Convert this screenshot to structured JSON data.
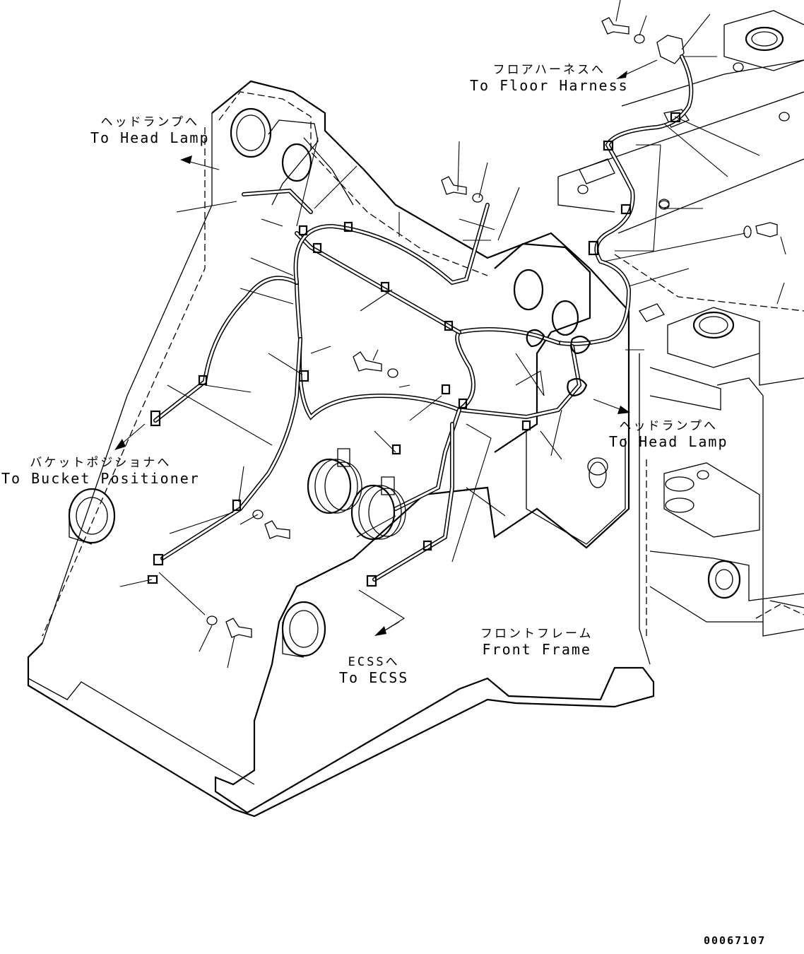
{
  "callouts": {
    "floor_harness": {
      "jp": "フロアハーネスへ",
      "en": "To Floor Harness"
    },
    "head_lamp_left": {
      "jp": "ヘッドランプへ",
      "en": "To Head Lamp"
    },
    "head_lamp_right": {
      "jp": "ヘッドランプへ",
      "en": "To Head Lamp"
    },
    "bucket_positioner": {
      "jp": "バケットポジショナへ",
      "en": "To Bucket Positioner"
    },
    "ecss": {
      "jp": "ECSSへ",
      "en": "To ECSS"
    },
    "front_frame": {
      "jp": "フロントフレーム",
      "en": "Front Frame"
    }
  },
  "drawing_number": "00067107"
}
